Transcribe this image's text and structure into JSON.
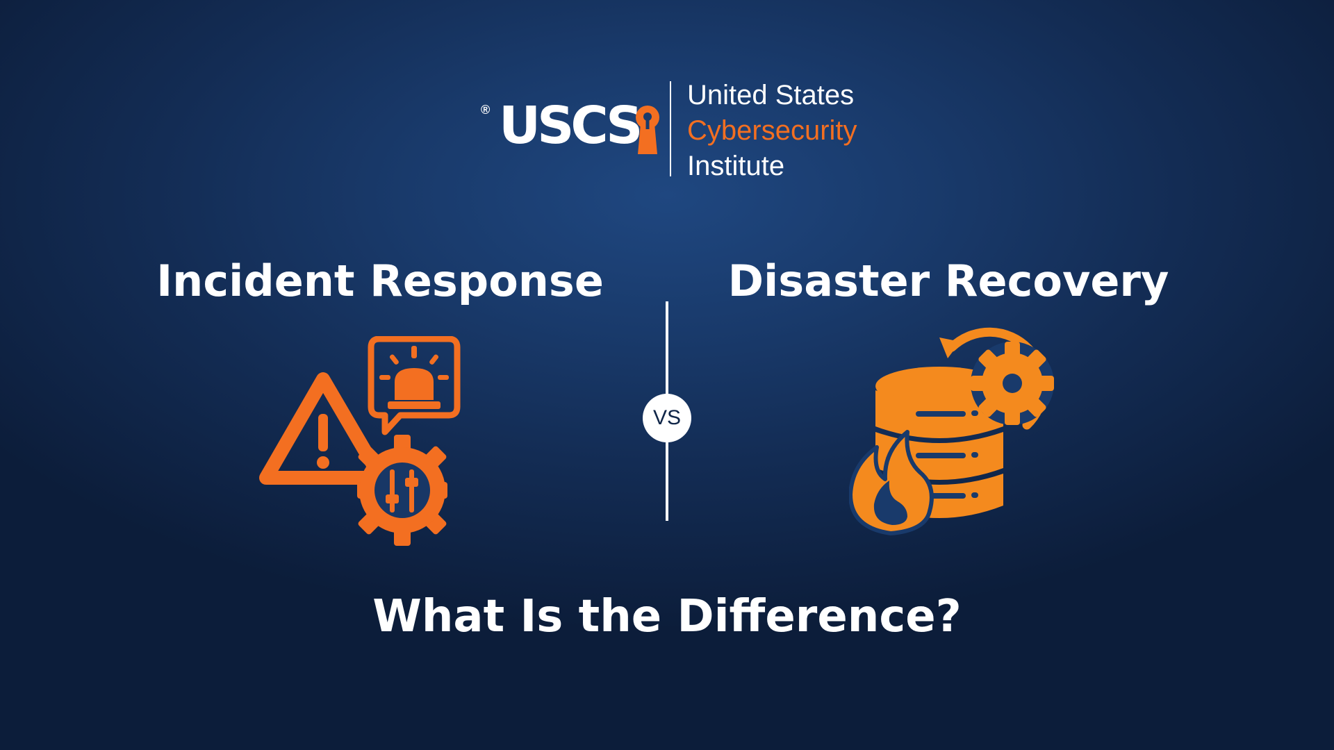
{
  "logo": {
    "registered_mark": "®",
    "wordmark": "USCS",
    "keyhole_icon": "keyhole-icon",
    "lines": [
      "United States",
      "Cybersecurity",
      "Institute"
    ]
  },
  "left": {
    "title": "Incident Response",
    "icon": "incident-alert-gear-icon"
  },
  "right": {
    "title": "Disaster Recovery",
    "icon": "database-fire-recovery-icon"
  },
  "divider": {
    "vs_label": "VS"
  },
  "question": "What Is the Difference?",
  "colors": {
    "background": "#132c54",
    "accent_orange": "#f36f21",
    "icon_orange": "#f48a1e",
    "text": "#ffffff"
  }
}
